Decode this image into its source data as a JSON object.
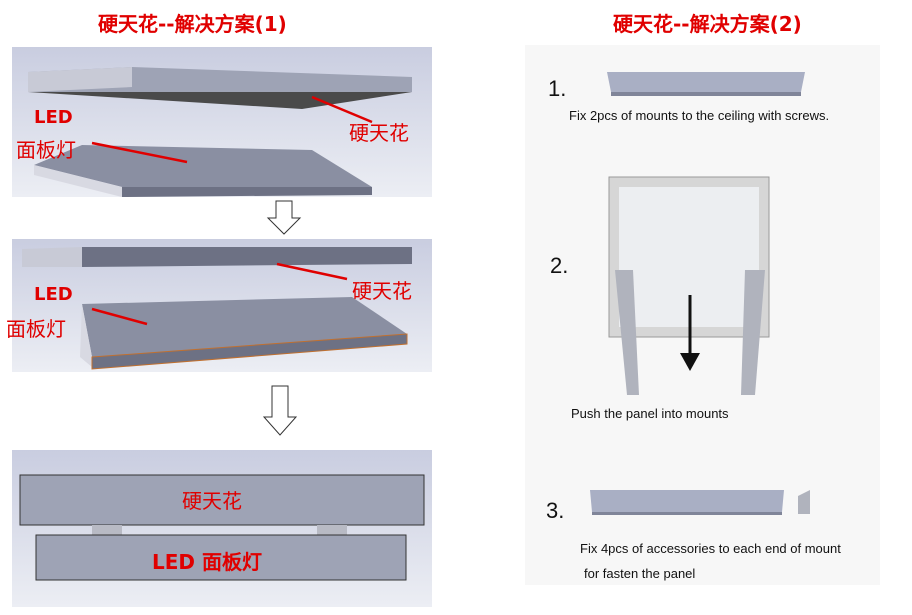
{
  "left": {
    "title": "硬天花--解决方案(1)",
    "panel1": {
      "ceiling_label": "硬天花",
      "led_label": "LED",
      "panel_label": "面板灯"
    },
    "panel2": {
      "ceiling_label": "硬天花",
      "led_label": "LED",
      "panel_label": "面板灯"
    },
    "panel3": {
      "ceiling_label": "硬天花",
      "panel_label": "LED 面板灯"
    }
  },
  "right": {
    "title": "硬天花--解决方案(2)",
    "steps": [
      {
        "number": "1.",
        "caption": "Fix 2pcs of mounts to the ceiling with screws."
      },
      {
        "number": "2.",
        "caption": "Push the panel into mounts"
      },
      {
        "number": "3.",
        "caption": "Fix 4pcs of accessories to each end of mount",
        "caption2": "for fasten the panel"
      }
    ]
  }
}
